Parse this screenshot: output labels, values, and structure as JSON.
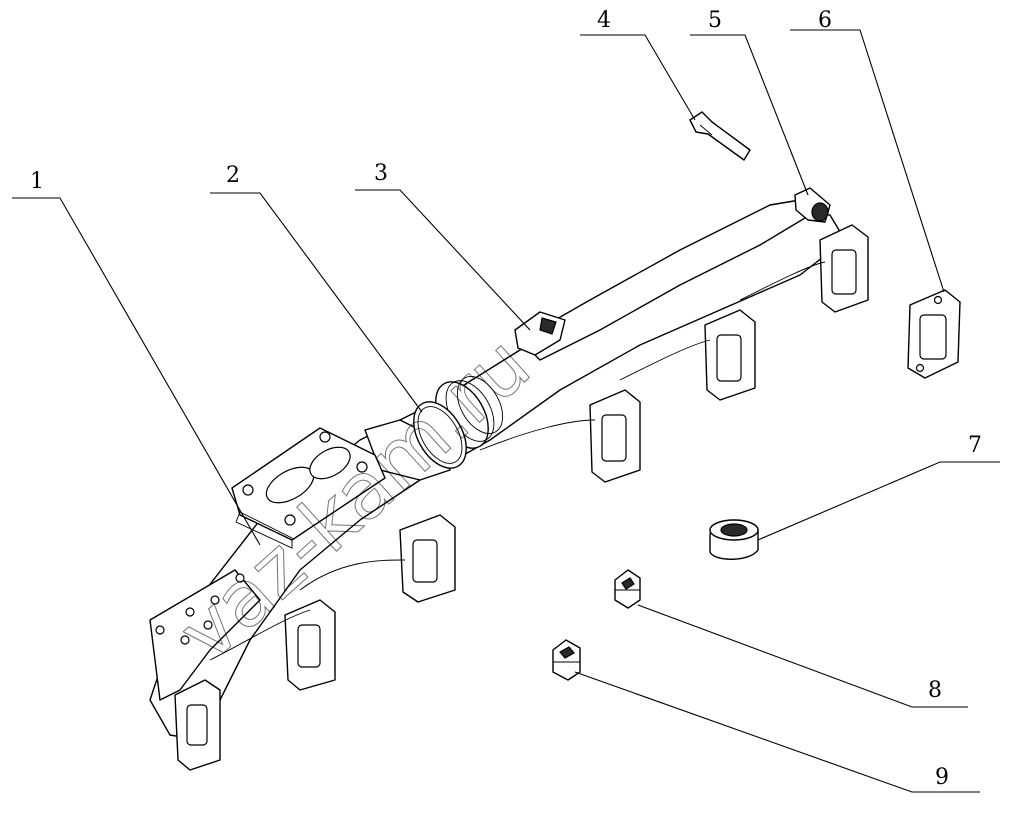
{
  "callouts": [
    {
      "id": "1",
      "label": "1"
    },
    {
      "id": "2",
      "label": "2"
    },
    {
      "id": "3",
      "label": "3"
    },
    {
      "id": "4",
      "label": "4"
    },
    {
      "id": "5",
      "label": "5"
    },
    {
      "id": "6",
      "label": "6"
    },
    {
      "id": "7",
      "label": "7"
    },
    {
      "id": "8",
      "label": "8"
    },
    {
      "id": "9",
      "label": "9"
    }
  ],
  "watermark": "vaz-kam.ru",
  "colors": {
    "line": "#000000",
    "background": "#ffffff"
  }
}
